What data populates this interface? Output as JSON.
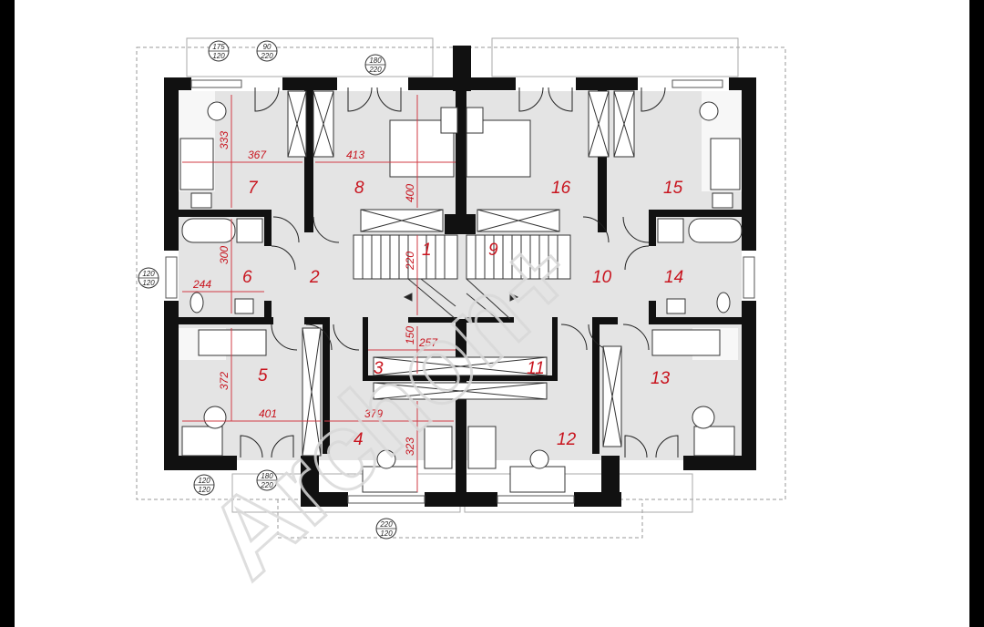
{
  "watermark": "Archon+",
  "rooms": {
    "r1": "1",
    "r2": "2",
    "r3": "3",
    "r4": "4",
    "r5": "5",
    "r6": "6",
    "r7": "7",
    "r8": "8",
    "r9": "9",
    "r10": "10",
    "r11": "11",
    "r12": "12",
    "r13": "13",
    "r14": "14",
    "r15": "15",
    "r16": "16"
  },
  "dimensions": {
    "d333": "333",
    "d367": "367",
    "d413": "413",
    "d400": "400",
    "d300": "300",
    "d244": "244",
    "d220": "220",
    "d150": "150",
    "d257": "257",
    "d372": "372",
    "d401": "401",
    "d379": "379",
    "d323": "323"
  },
  "window_tags": [
    {
      "id": "t1",
      "top": "175",
      "bottom": "120"
    },
    {
      "id": "t2",
      "top": "90",
      "bottom": "220"
    },
    {
      "id": "t3",
      "top": "180",
      "bottom": "220"
    },
    {
      "id": "t4",
      "top": "120",
      "bottom": "120"
    },
    {
      "id": "t5",
      "top": "120",
      "bottom": "120"
    },
    {
      "id": "t6",
      "top": "180",
      "bottom": "220"
    },
    {
      "id": "t7",
      "top": "220",
      "bottom": "120"
    }
  ]
}
